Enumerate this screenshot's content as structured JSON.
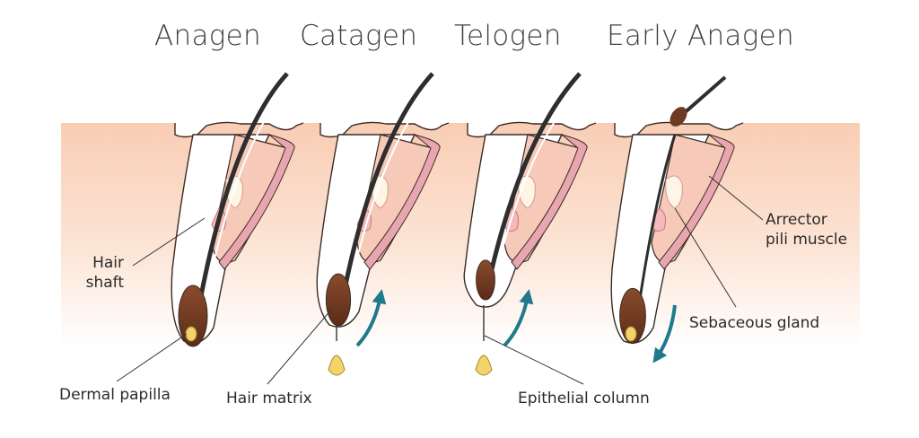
{
  "phases": [
    "Anagen",
    "Catagen",
    "Telogen",
    "Early Anagen"
  ],
  "labels": {
    "hair_shaft_1": "Hair",
    "hair_shaft_2": "shaft",
    "dermal_papilla": "Dermal papilla",
    "hair_matrix": "Hair matrix",
    "epithelial_column": "Epithelial column",
    "arrector_1": "Arrector",
    "arrector_2": "pili muscle",
    "sebaceous_gland": "Sebaceous gland"
  },
  "colors": {
    "skin": "#fbd9c4",
    "follicle_outline": "#3a2a25",
    "muscle": "#e8a7b0",
    "hair_bulb": "#6e3b22",
    "papilla": "#f3d36a",
    "arrow": "#1f7a8c"
  }
}
